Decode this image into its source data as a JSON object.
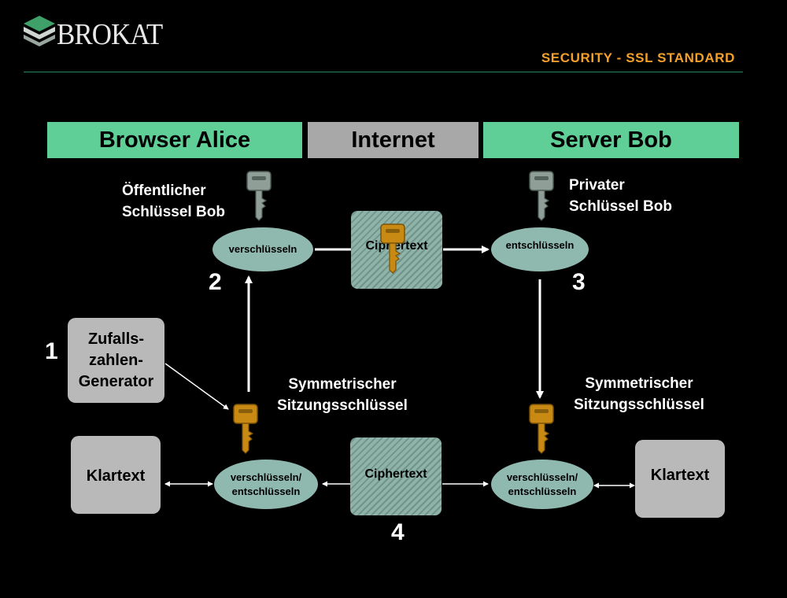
{
  "header": {
    "logo_text": "BROKAT",
    "subtitle": "SECURITY - SSL STANDARD"
  },
  "columns": {
    "left": "Browser Alice",
    "middle": "Internet",
    "right": "Server Bob"
  },
  "labels": {
    "public_key": [
      "Öffentlicher",
      "Schlüssel Bob"
    ],
    "private_key": [
      "Privater",
      "Schlüssel Bob"
    ],
    "sym_key_left": [
      "Symmetrischer",
      "Sitzungsschlüssel"
    ],
    "sym_key_right": [
      "Symmetrischer",
      "Sitzungsschlüssel"
    ]
  },
  "nodes": {
    "encrypt": "verschlüsseln",
    "decrypt": "entschlüsseln",
    "cipher_top": "Ciphertext",
    "cipher_bottom": "Ciphertext",
    "rng": [
      "Zufalls-",
      "zahlen-",
      "Generator"
    ],
    "plain_left": "Klartext",
    "plain_right": "Klartext",
    "encdec_left": [
      "verschlüsseln/",
      "entschlüsseln"
    ],
    "encdec_right": [
      "verschlüsseln/",
      "entschlüsseln"
    ]
  },
  "steps": {
    "one": "1",
    "two": "2",
    "three": "3",
    "four": "4"
  },
  "colors": {
    "band_green": "#5fcf97",
    "band_gray": "#a8a8a8",
    "key_gold": "#c98a14",
    "key_gray": "#8f9f98",
    "accent_orange": "#f4a02a"
  }
}
